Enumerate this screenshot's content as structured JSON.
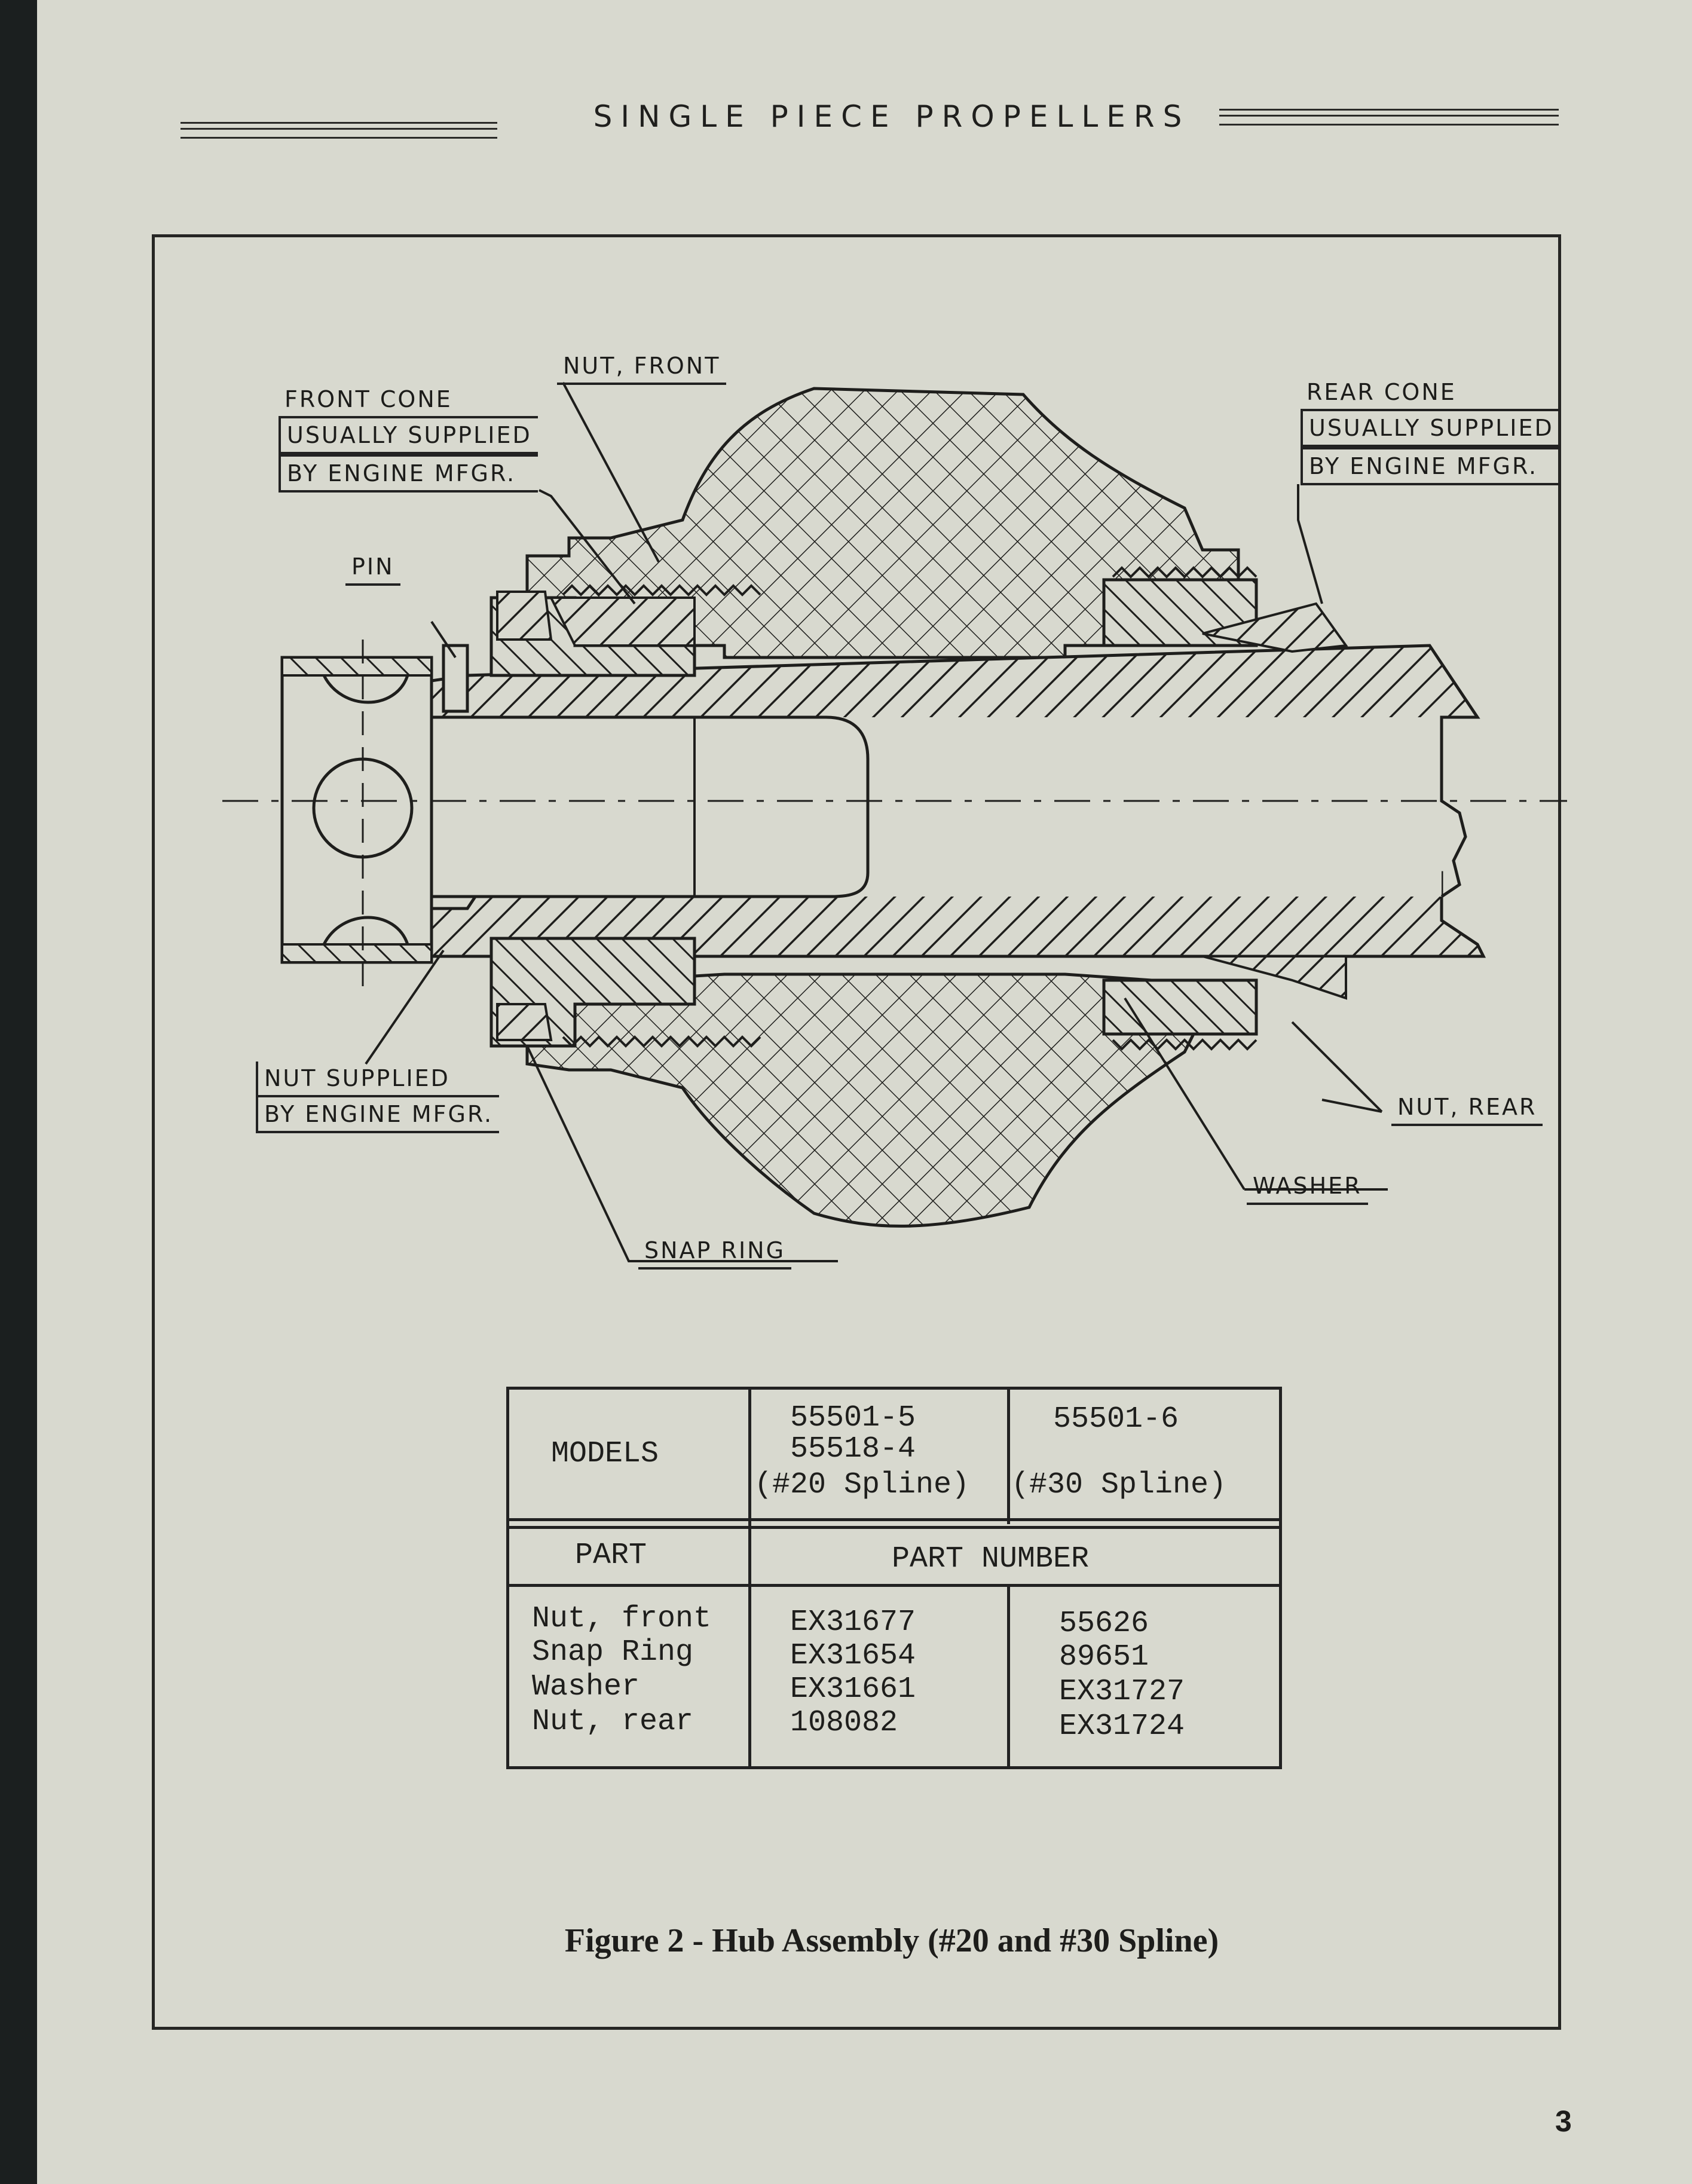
{
  "header": {
    "title": "SINGLE PIECE PROPELLERS"
  },
  "callouts": {
    "nut_front": "NUT, FRONT",
    "front_cone": [
      "FRONT CONE",
      "USUALLY SUPPLIED",
      "BY ENGINE MFGR."
    ],
    "rear_cone": [
      "REAR CONE",
      "USUALLY SUPPLIED",
      "BY ENGINE MFGR."
    ],
    "pin": "PIN",
    "nut_supplied": [
      "NUT SUPPLIED",
      "BY ENGINE MFGR."
    ],
    "nut_rear": "NUT, REAR",
    "washer": "WASHER",
    "snap_ring": "SNAP RING"
  },
  "table": {
    "models_label": "MODELS",
    "model_a": [
      "55501-5",
      "55518-4",
      "(#20 Spline)"
    ],
    "model_b": [
      "55501-6",
      "(#30 Spline)"
    ],
    "part_label": "PART",
    "part_number_label": "PART NUMBER",
    "parts": [
      "Nut, front",
      "Snap Ring",
      "Washer",
      "Nut, rear"
    ],
    "numbers_a": [
      "EX31677",
      "EX31654",
      "EX31661",
      "108082"
    ],
    "numbers_b": [
      "55626",
      "89651",
      "EX31727",
      "EX31724"
    ]
  },
  "caption": "Figure 2 - Hub Assembly (#20 and #30 Spline)",
  "page_number": "3"
}
